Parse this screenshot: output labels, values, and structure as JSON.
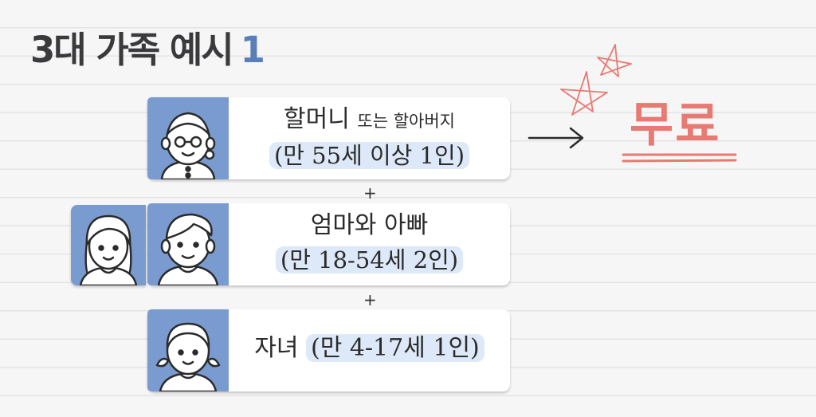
{
  "title": {
    "text": "3대 가족 예시",
    "number": "1"
  },
  "cards": [
    {
      "line1_main": "할머니",
      "line1_small": "또는 할아버지",
      "line2": "(만 55세 이상 1인)"
    },
    {
      "line1_main": "엄마와 아빠",
      "line2": "(만 18-54세 2인)"
    },
    {
      "line1_main": "자녀",
      "line2": "(만 4-17세 1인)"
    }
  ],
  "plus_signs": [
    "+",
    "+"
  ],
  "result": {
    "text": "무료"
  },
  "colors": {
    "accent_blue": "#7a9bd0",
    "title_number": "#5a7fb8",
    "free_red": "#e77a72",
    "highlight": "#dde8f8"
  },
  "icons": [
    "grandmother-icon",
    "mother-icon",
    "father-icon",
    "child-icon",
    "arrow-right-icon",
    "star-doodle-icon"
  ]
}
